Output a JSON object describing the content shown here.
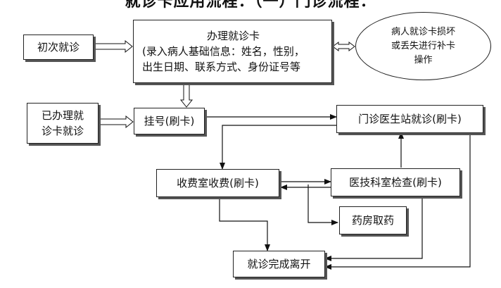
{
  "title": "就诊卡应用流程：（一）门诊流程：",
  "nodes": {
    "first_visit": "初次就诊",
    "register_card": {
      "line1": "办理就诊卡",
      "line2": "(录入病人基础信息：姓名，性别，",
      "line3": "出生日期、联系方式、身份证号等"
    },
    "card_damaged": {
      "line1": "病人就诊卡损坏",
      "line2": "或丢失进行补卡",
      "line3": "操作"
    },
    "has_card": {
      "line1": "已办理就",
      "line2": "诊卡就诊"
    },
    "registration": "挂号(刷卡)",
    "doctor_station": "门诊医生站就诊(刷卡)",
    "cashier": "收费室收费(刷卡)",
    "lab_exam": "医技科室检查(刷卡)",
    "pharmacy": "药房取药",
    "complete": "就诊完成离开"
  }
}
